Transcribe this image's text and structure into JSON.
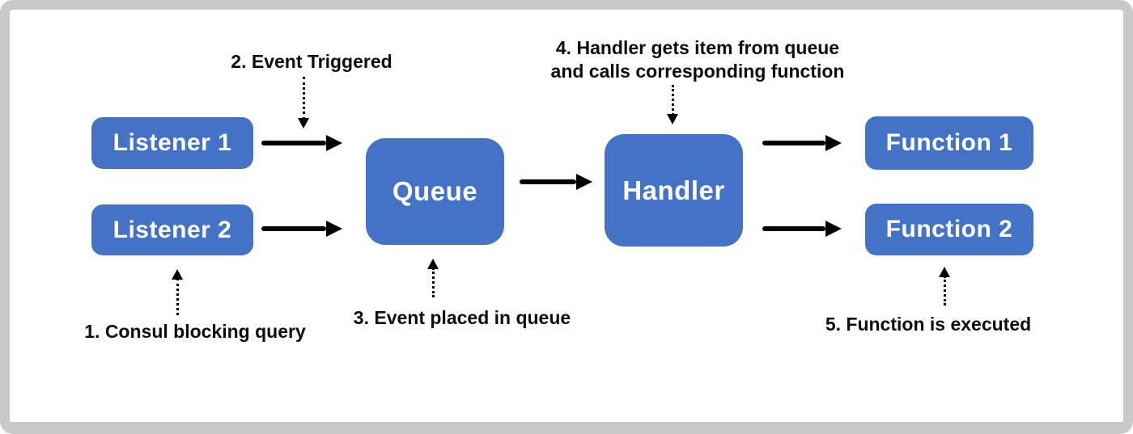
{
  "diagram": {
    "type": "flow-diagram",
    "nodes": {
      "listener1": "Listener 1",
      "listener2": "Listener 2",
      "queue": "Queue",
      "handler": "Handler",
      "function1": "Function 1",
      "function2": "Function 2"
    },
    "annotations": {
      "step1": "1. Consul blocking query",
      "step2": "2. Event Triggered",
      "step3": "3. Event placed in queue",
      "step4_line1": "4. Handler gets item from queue",
      "step4_line2": "and calls corresponding function",
      "step5": "5. Function is executed"
    },
    "colors": {
      "node_fill": "#4472C4",
      "node_text": "#FFFFFF",
      "arrow": "#000000",
      "annotation_text": "#0D0D0D",
      "frame_border": "#C9C9C9",
      "canvas_bg": "#FFFFFF"
    }
  }
}
